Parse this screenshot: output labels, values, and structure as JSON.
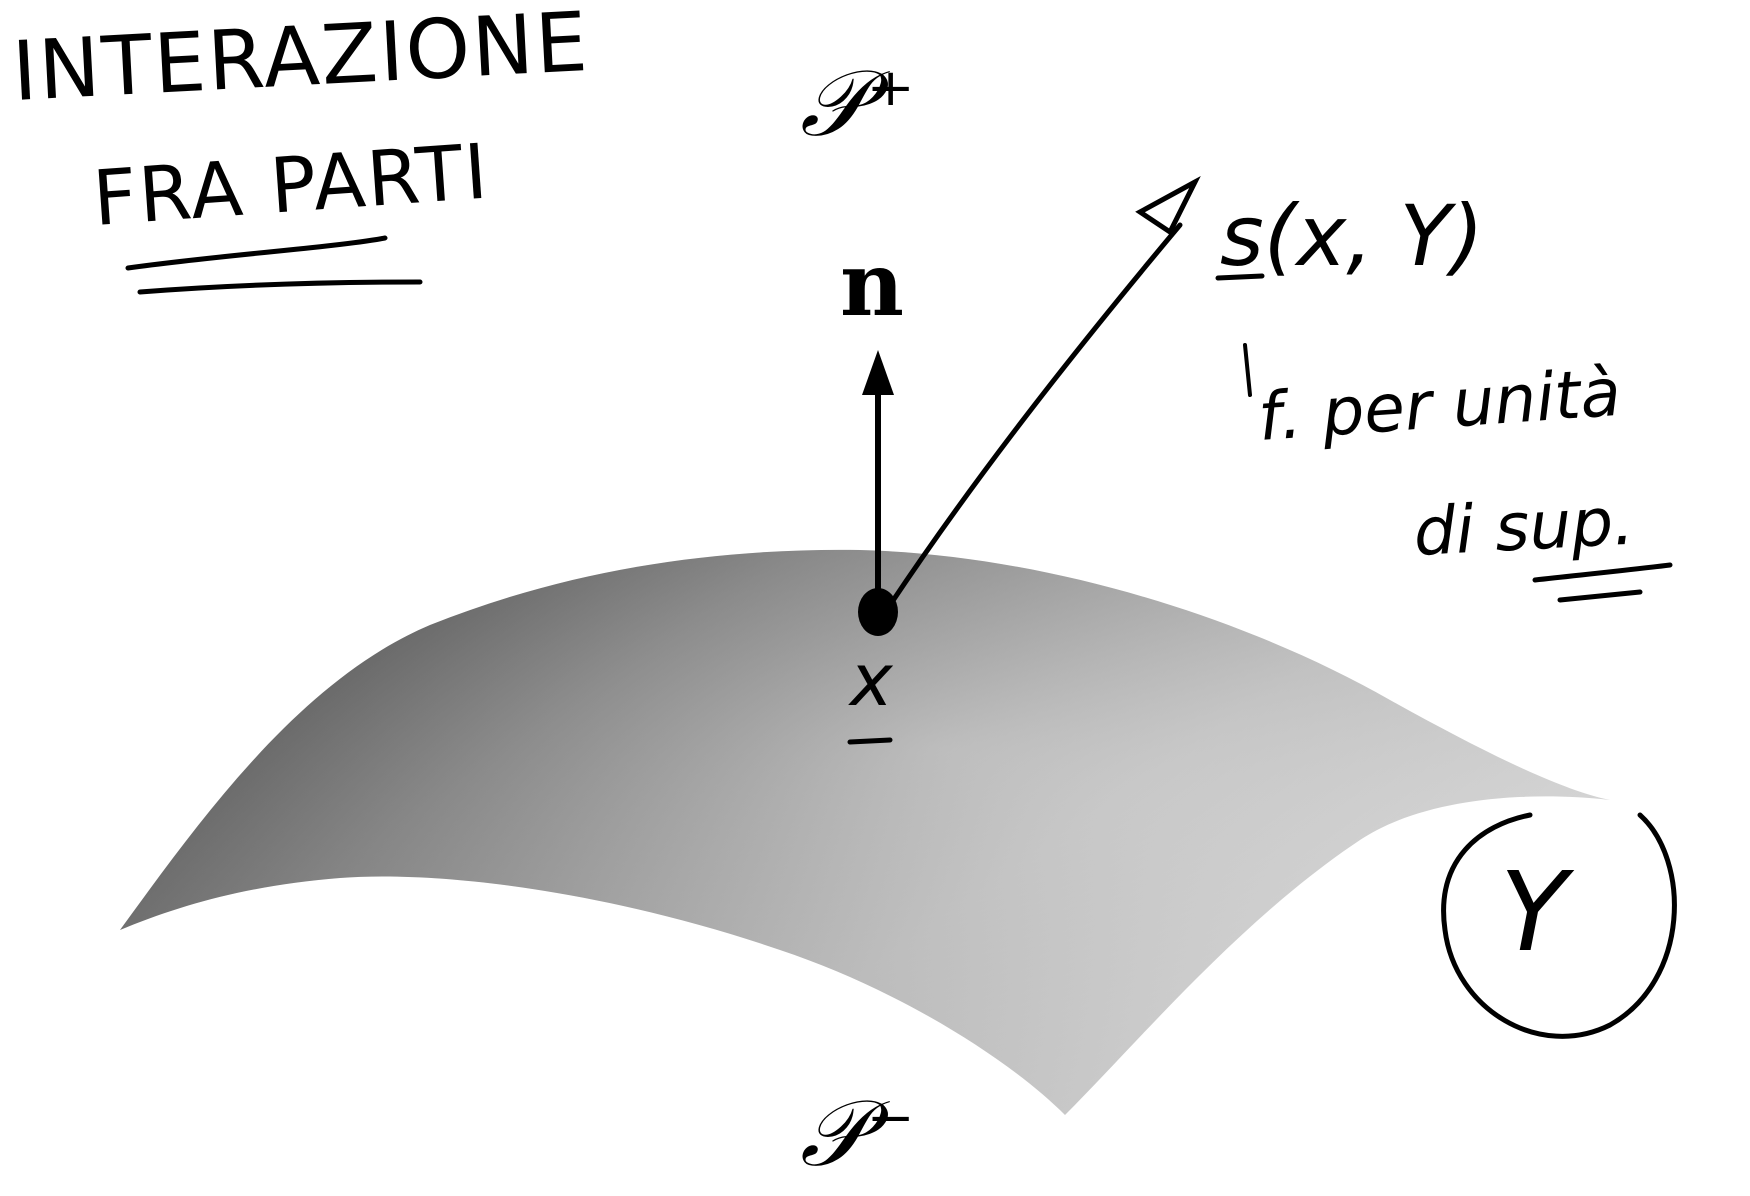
{
  "title": {
    "line1": "INTERAZIONE",
    "line2": "FRA PARTI"
  },
  "regions": {
    "upper": "𝒫⁺",
    "lower": "𝒫⁻"
  },
  "normal_label": "n",
  "point_label": "x",
  "vector_label": "s(x, Y)",
  "annotation": {
    "line1": "f. per unità",
    "line2": "di sup."
  },
  "surface_label": "Y",
  "colors": {
    "ink": "#000000",
    "surface_dark": "#4a4a4a",
    "surface_light": "#e6e6e6"
  }
}
